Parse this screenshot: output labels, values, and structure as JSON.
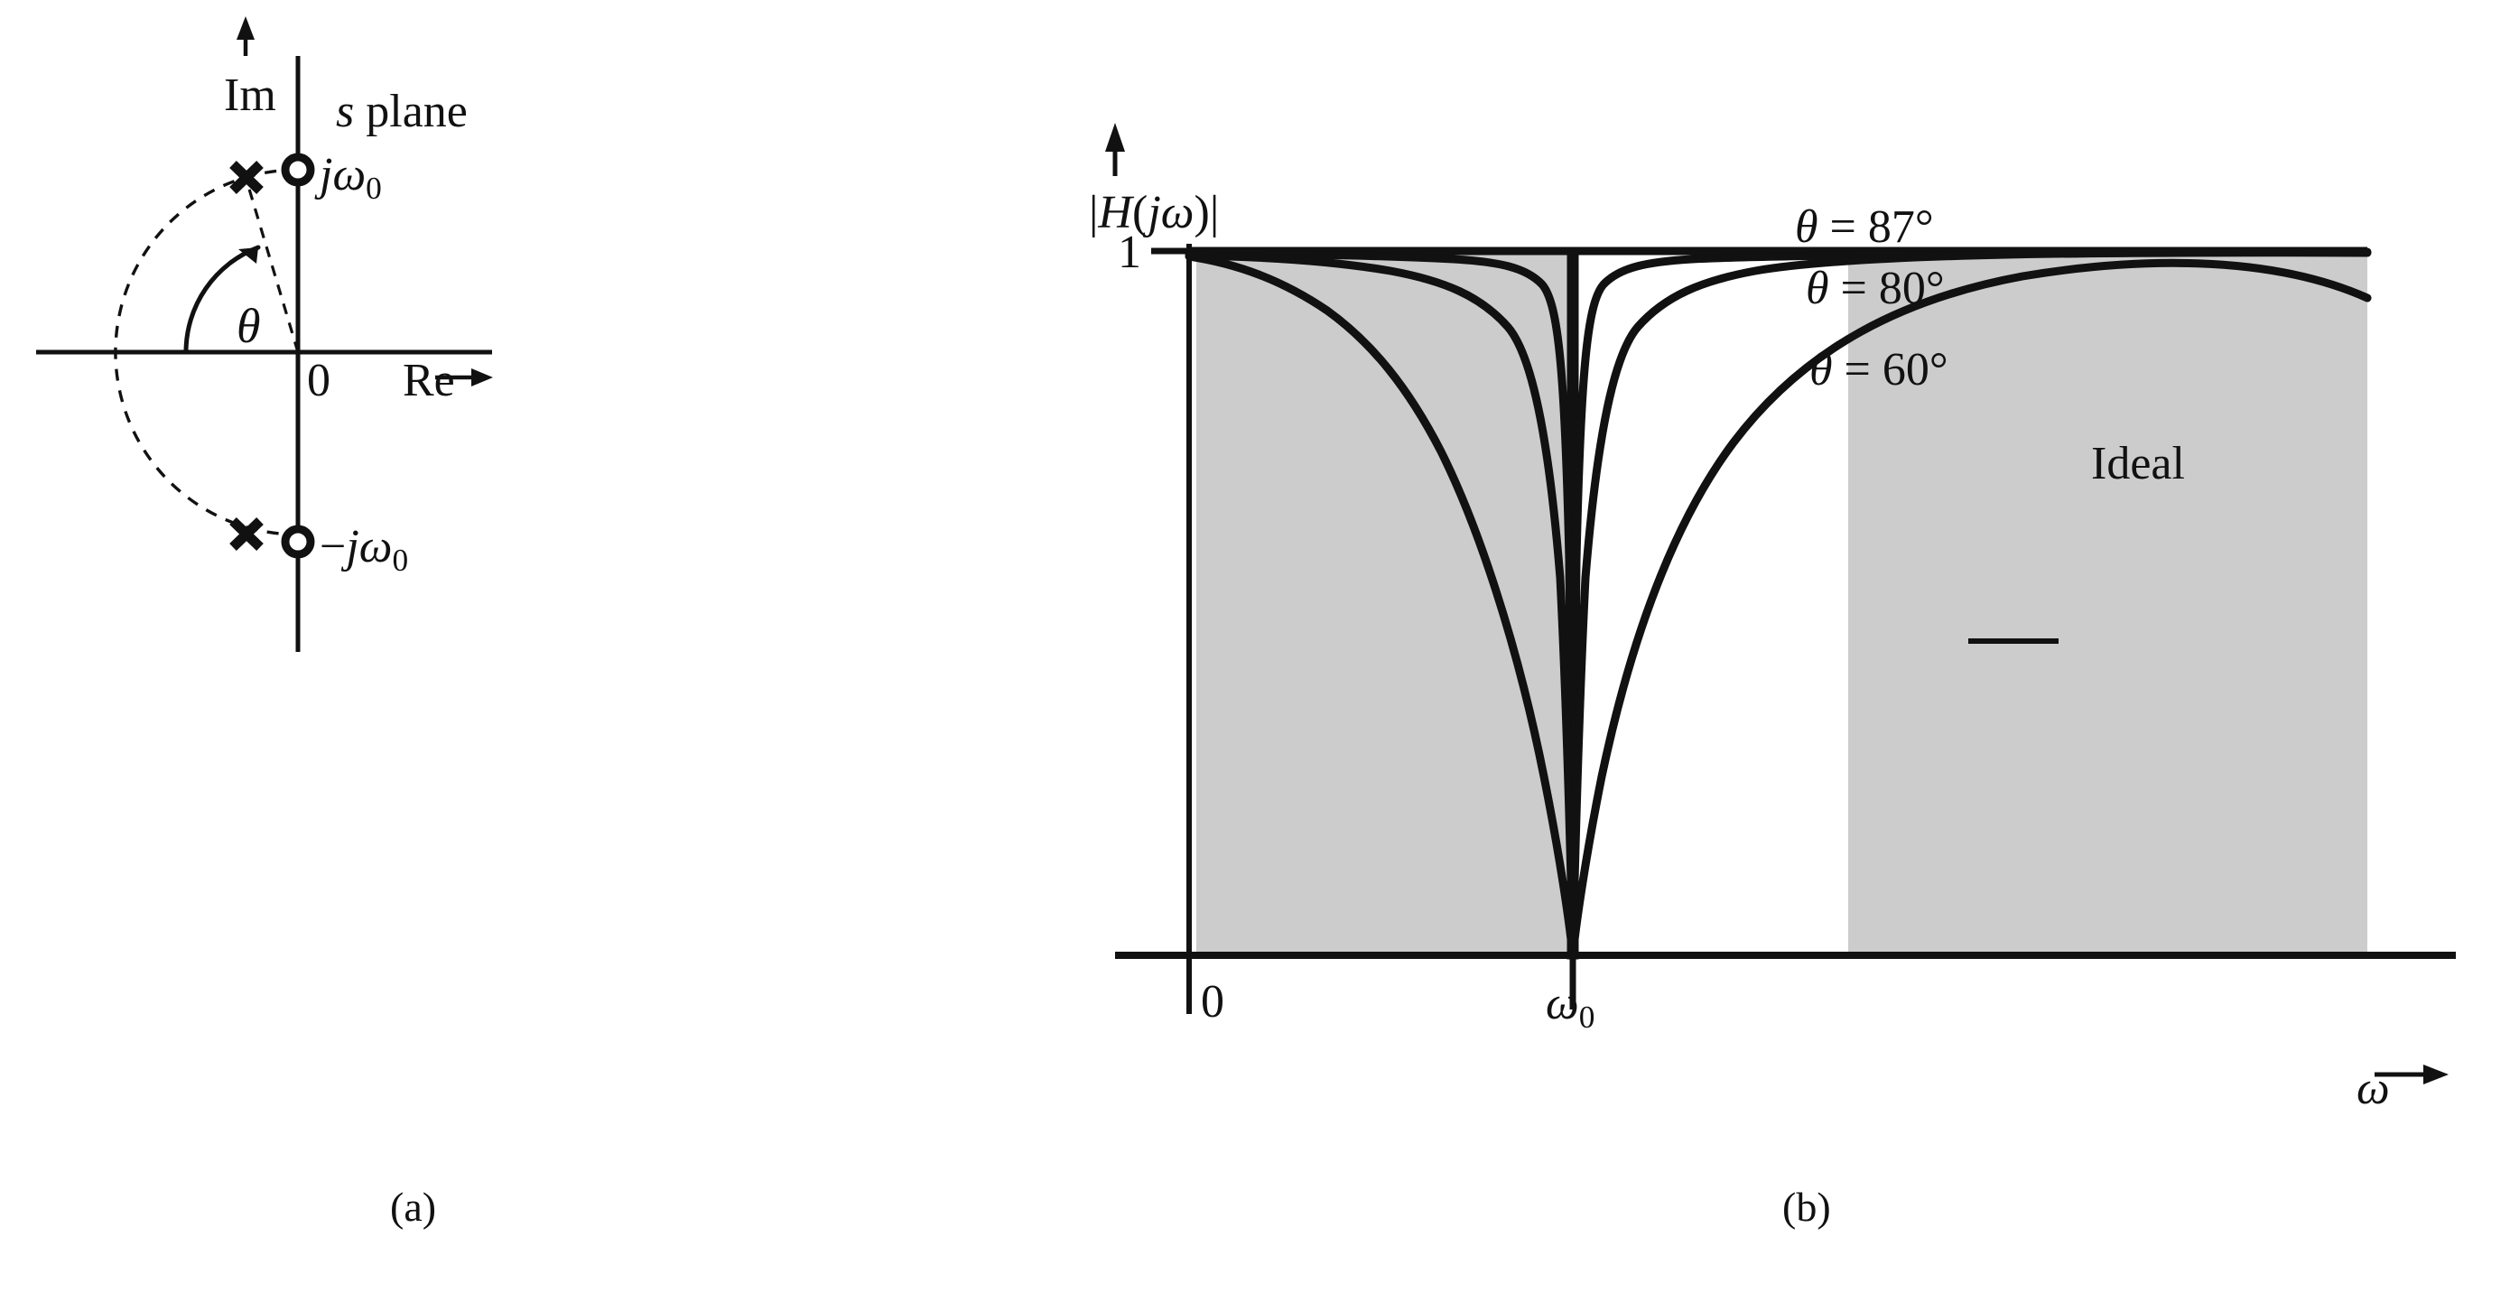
{
  "figure": {
    "panels": [
      {
        "id": "a",
        "caption": "(a)",
        "title": "s plane"
      },
      {
        "id": "b",
        "caption": "(b)",
        "title": ""
      }
    ]
  },
  "panel_a": {
    "caption": "(a)",
    "plane_label_italic": "s",
    "plane_label_rest": " plane",
    "imag_axis_label": "Im",
    "real_axis_label": "Re",
    "real_axis_arrow": "→",
    "imag_axis_arrow": "↑",
    "origin_label": "0",
    "angle_label": "θ",
    "zero_upper_label_j": "j",
    "zero_upper_label_omega": "ω",
    "zero_upper_label_sub": "0",
    "zero_lower_label_minus": "−",
    "zero_lower_label_j": "j",
    "zero_lower_label_omega": "ω",
    "zero_lower_label_sub": "0",
    "markers": {
      "pole_symbol": "x",
      "zero_symbol": "o",
      "pole_count": 2,
      "zero_count": 2
    }
  },
  "panel_b": {
    "caption": "(b)",
    "y_axis_label_bar_open": "|",
    "y_axis_label_H": "H",
    "y_axis_label_open_paren": "(",
    "y_axis_label_j": "j",
    "y_axis_label_omega": "ω",
    "y_axis_label_close_paren": ")",
    "y_axis_label_bar_close": "|",
    "y_axis_arrow": "↑",
    "y_tick_label": "1",
    "x_origin_label": "0",
    "x_center_label_omega": "ω",
    "x_center_label_sub": "0",
    "x_axis_label_omega": "ω",
    "x_axis_arrow": "→",
    "curve_labels": [
      {
        "text_theta": "θ",
        "text_eq": " = ",
        "text_val": "87°",
        "full": "θ = 87°"
      },
      {
        "text_theta": "θ",
        "text_eq": " = ",
        "text_val": "80°",
        "full": "θ = 80°"
      },
      {
        "text_theta": "θ",
        "text_eq": " = ",
        "text_val": "60°",
        "full": "θ = 60°"
      }
    ],
    "legend": {
      "label": "Ideal",
      "swatch": "line"
    },
    "colors": {
      "stopband_shade": "#cccccc",
      "curve": "#111111",
      "axis": "#111111"
    }
  },
  "chart_data": {
    "type": "line",
    "title": "",
    "xlabel": "ω",
    "ylabel": "|H(jω)|",
    "x_ticks": [
      {
        "value": 0,
        "label": "0"
      },
      {
        "value": 1,
        "label": "ω₀"
      }
    ],
    "y_ticks": [
      {
        "value": 1,
        "label": "1"
      }
    ],
    "xlim": [
      0,
      2.3
    ],
    "ylim": [
      0,
      1.18
    ],
    "grid": false,
    "legend_position": "inside-right",
    "shaded_regions": [
      {
        "name": "passband-lower",
        "x_start": 0.07,
        "x_end": 0.71,
        "color": "#cccccc"
      },
      {
        "name": "passband-upper",
        "x_start": 1.32,
        "x_end": 2.19,
        "color": "#cccccc"
      }
    ],
    "series": [
      {
        "name": "θ = 87°",
        "theta_deg": 87,
        "values": [
          1.0,
          1.0,
          1.0,
          0.999,
          0.998,
          0.996,
          0.99,
          0.98,
          0.95,
          0.86,
          0.55,
          0.0,
          0.55,
          0.86,
          0.95,
          0.98,
          0.99,
          0.996,
          0.998,
          0.999,
          1.0,
          1.0
        ],
        "x": [
          0.0,
          0.2,
          0.4,
          0.55,
          0.65,
          0.73,
          0.8,
          0.86,
          0.91,
          0.95,
          0.985,
          1.0,
          1.015,
          1.05,
          1.09,
          1.14,
          1.2,
          1.27,
          1.35,
          1.45,
          1.7,
          2.3
        ]
      },
      {
        "name": "θ = 80°",
        "theta_deg": 80,
        "values": [
          1.0,
          0.995,
          0.985,
          0.965,
          0.93,
          0.88,
          0.8,
          0.68,
          0.5,
          0.27,
          0.0,
          0.27,
          0.5,
          0.68,
          0.8,
          0.88,
          0.93,
          0.965,
          0.985,
          0.995,
          1.0
        ],
        "x": [
          0.0,
          0.25,
          0.4,
          0.52,
          0.62,
          0.7,
          0.78,
          0.85,
          0.91,
          0.96,
          1.0,
          1.04,
          1.09,
          1.15,
          1.22,
          1.3,
          1.38,
          1.48,
          1.6,
          1.75,
          2.3
        ]
      },
      {
        "name": "θ = 60°",
        "theta_deg": 60,
        "values": [
          1.0,
          0.975,
          0.93,
          0.86,
          0.78,
          0.67,
          0.55,
          0.41,
          0.25,
          0.12,
          0.0,
          0.12,
          0.25,
          0.41,
          0.55,
          0.67,
          0.78,
          0.86,
          0.91
        ],
        "x": [
          0.0,
          0.15,
          0.28,
          0.38,
          0.48,
          0.58,
          0.67,
          0.76,
          0.86,
          0.93,
          1.0,
          1.07,
          1.14,
          1.25,
          1.38,
          1.52,
          1.7,
          1.95,
          2.3
        ]
      },
      {
        "name": "Ideal",
        "theta_deg": 90,
        "values": [
          1.0,
          1.0,
          1.0,
          0.0,
          1.0,
          1.0,
          1.0
        ],
        "x": [
          0.0,
          0.5,
          0.999,
          1.0,
          1.001,
          1.5,
          2.3
        ]
      }
    ]
  }
}
